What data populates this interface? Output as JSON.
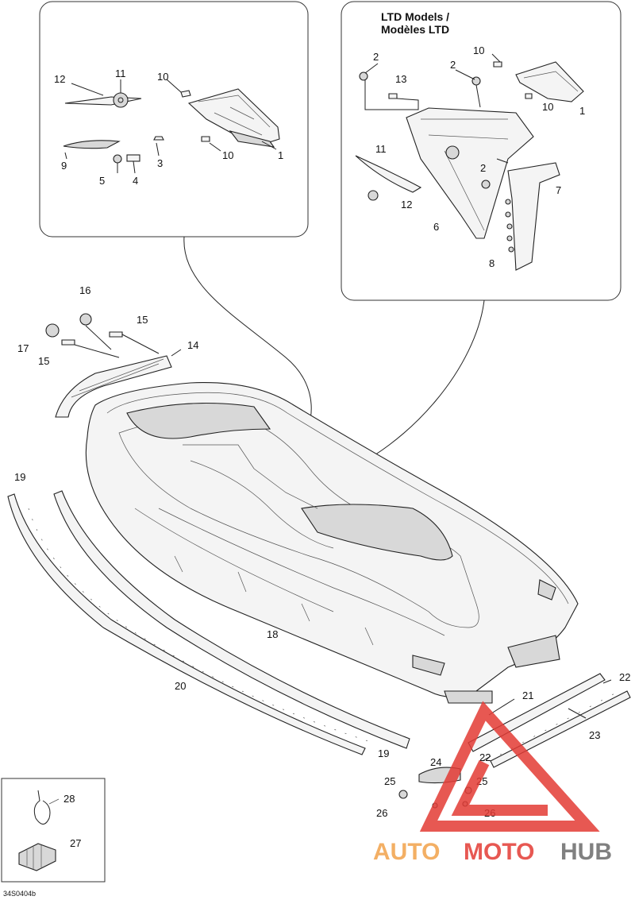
{
  "ltd_header": {
    "line1": "LTD Models /",
    "line2": "Modèles LTD"
  },
  "callouts": {
    "left_box": [
      "12",
      "11",
      "10",
      "9",
      "3",
      "5",
      "4",
      "10",
      "1"
    ],
    "ltd_box": [
      "2",
      "13",
      "2",
      "10",
      "10",
      "1",
      "11",
      "12",
      "2",
      "7",
      "6",
      "8"
    ],
    "main": [
      "16",
      "15",
      "17",
      "15",
      "14",
      "19",
      "18",
      "20",
      "19",
      "21",
      "22",
      "23",
      "22",
      "24",
      "25",
      "25",
      "26",
      "26"
    ],
    "small_box": [
      "28",
      "27"
    ]
  },
  "drawing_code": "34S0404b",
  "watermark": {
    "part1": "AUTO",
    "part2": "MOTO",
    "part3": "HUB",
    "color_red": "#e33b35",
    "color_orange": "#f2a24a",
    "color_gray": "#6b6b6b"
  }
}
